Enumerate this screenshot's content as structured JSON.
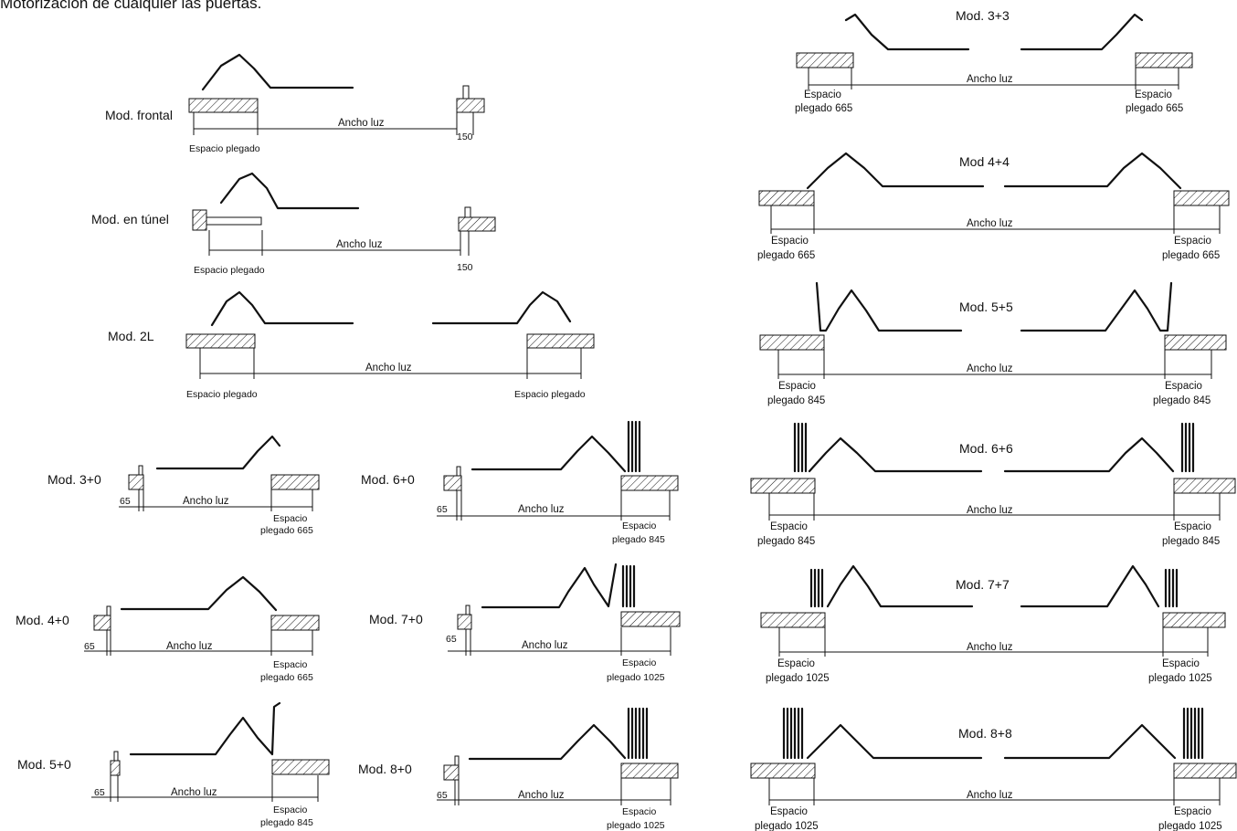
{
  "page": {
    "heading": "Motorización de cualquier las puertas."
  },
  "labels": {
    "ancho_luz": "Ancho luz",
    "espacio_plegado": "Espacio plegado",
    "espacio": "Espacio",
    "dim_150": "150",
    "dim_65": "65"
  },
  "diagrams": {
    "frontal": {
      "model": "Mod. frontal"
    },
    "tunel": {
      "model": "Mod. en túnel"
    },
    "two_l": {
      "model": "Mod. 2L"
    },
    "m30": {
      "model": "Mod. 3+0",
      "folded": "plegado 665"
    },
    "m40": {
      "model": "Mod. 4+0",
      "folded": "plegado 665"
    },
    "m50": {
      "model": "Mod. 5+0",
      "folded": "plegado 845"
    },
    "m60": {
      "model": "Mod. 6+0",
      "folded": "plegado 845"
    },
    "m70": {
      "model": "Mod. 7+0",
      "folded": "plegado 1025"
    },
    "m80": {
      "model": "Mod. 8+0",
      "folded": "plegado 1025"
    },
    "m33": {
      "model": "Mod.  3+3",
      "folded": "plegado 665"
    },
    "m44": {
      "model": "Mod  4+4",
      "folded": "plegado 665"
    },
    "m55": {
      "model": "Mod. 5+5",
      "folded": "plegado 845"
    },
    "m66": {
      "model": "Mod. 6+6",
      "folded": "plegado 845"
    },
    "m77": {
      "model": "Mod.  7+7",
      "folded": "plegado 1025"
    },
    "m88": {
      "model": "Mod. 8+8",
      "folded": "plegado 1025"
    }
  }
}
